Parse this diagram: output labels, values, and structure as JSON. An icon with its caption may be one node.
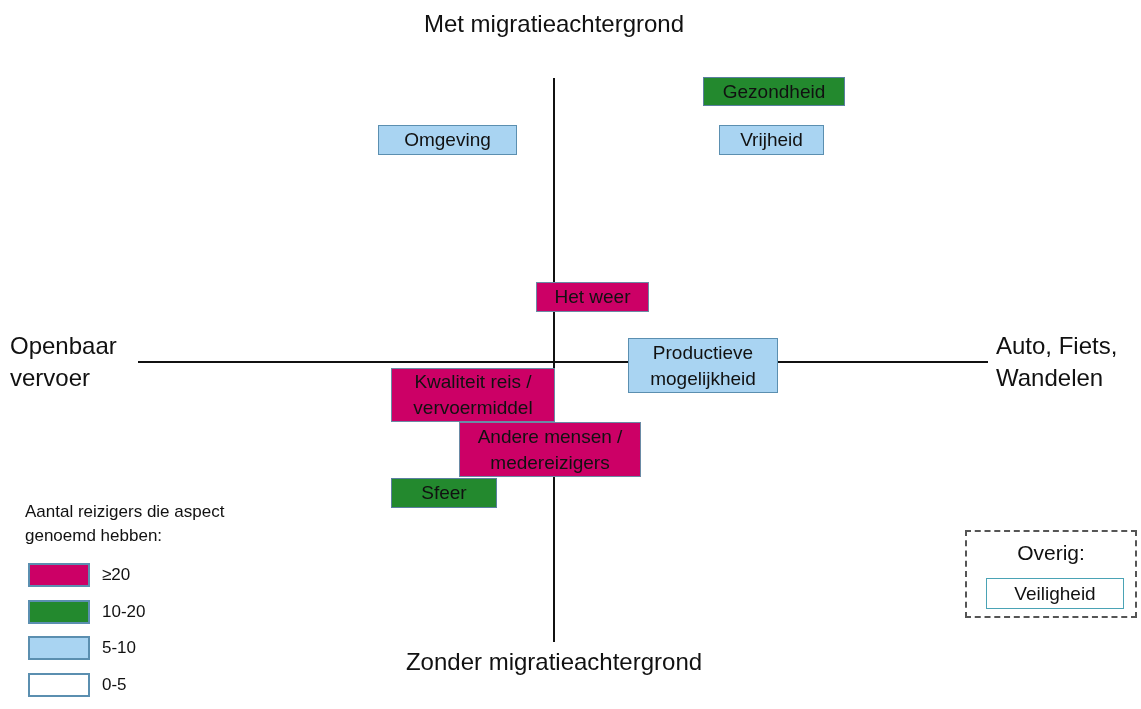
{
  "diagram": {
    "nodes": [
      {
        "text": [
          "Gezondheid"
        ]
      },
      {
        "text": [
          "Omgeving"
        ]
      },
      {
        "text": [
          "Vrijheid"
        ]
      },
      {
        "text": [
          "Het weer"
        ]
      },
      {
        "text": [
          "Productieve mogelijkheid"
        ]
      },
      {
        "text": [
          "Kwaliteit reis / vervoermiddel"
        ]
      },
      {
        "text": [
          "Andere mensen / medereizigers"
        ]
      },
      {
        "text": [
          "Sfeer"
        ]
      },
      {
        "text": [
          "Overig:"
        ]
      },
      {
        "text": [
          "Veiligheid"
        ],
        "in": 8
      }
    ],
    "labels": [
      "Met migratieachtergrond",
      "Openbaar vervoer",
      "Auto, Fiets, Wandelen",
      "Zonder migratieachtergrond",
      "Aantal reizigers die aspect genoemd hebben:"
    ],
    "legend": [
      {
        "text": "≥20",
        "color": "#cc0066"
      },
      {
        "text": "10-20",
        "color": "#23892e"
      },
      {
        "text": "5-10",
        "color": "#a9d4f2"
      },
      {
        "text": "0-5",
        "color": "#ffffff"
      }
    ]
  }
}
